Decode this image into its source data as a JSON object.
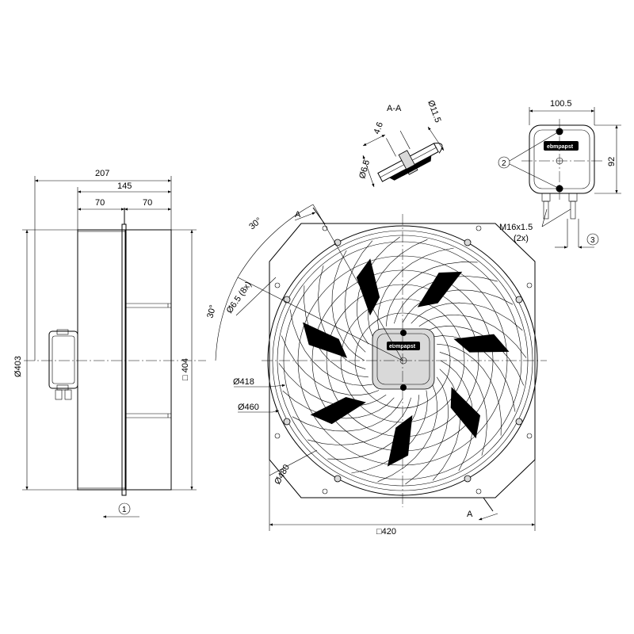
{
  "drawing": {
    "side_view": {
      "dim_overall_depth": "207",
      "dim_guard_depth": "145",
      "dim_left_half": "70",
      "dim_right_half": "70",
      "dim_diameter": "Ø403",
      "dim_square": "□ 404",
      "callout_1": "1"
    },
    "front_view": {
      "angle_upper": "30°",
      "angle_lower": "30°",
      "section_marker_top": "A",
      "section_marker_bottom": "A",
      "dim_holes": "Ø6.5 (8x)",
      "dim_418": "Ø418",
      "dim_460": "Ø460",
      "dim_480": "Ø480",
      "dim_square_420": "□420",
      "logo_text": "ebmpapst"
    },
    "section_view": {
      "title": "A-A",
      "dim_4_6": "4.6",
      "dim_11_5": "Ø11.5",
      "dim_6_5": "Ø6.5"
    },
    "terminal_box": {
      "dim_width": "100.5",
      "dim_height": "92",
      "callout_2": "2",
      "callout_3": "3",
      "thread_spec": "M16x1.5",
      "thread_count": "(2x)",
      "logo_text": "ebmpapst"
    }
  }
}
